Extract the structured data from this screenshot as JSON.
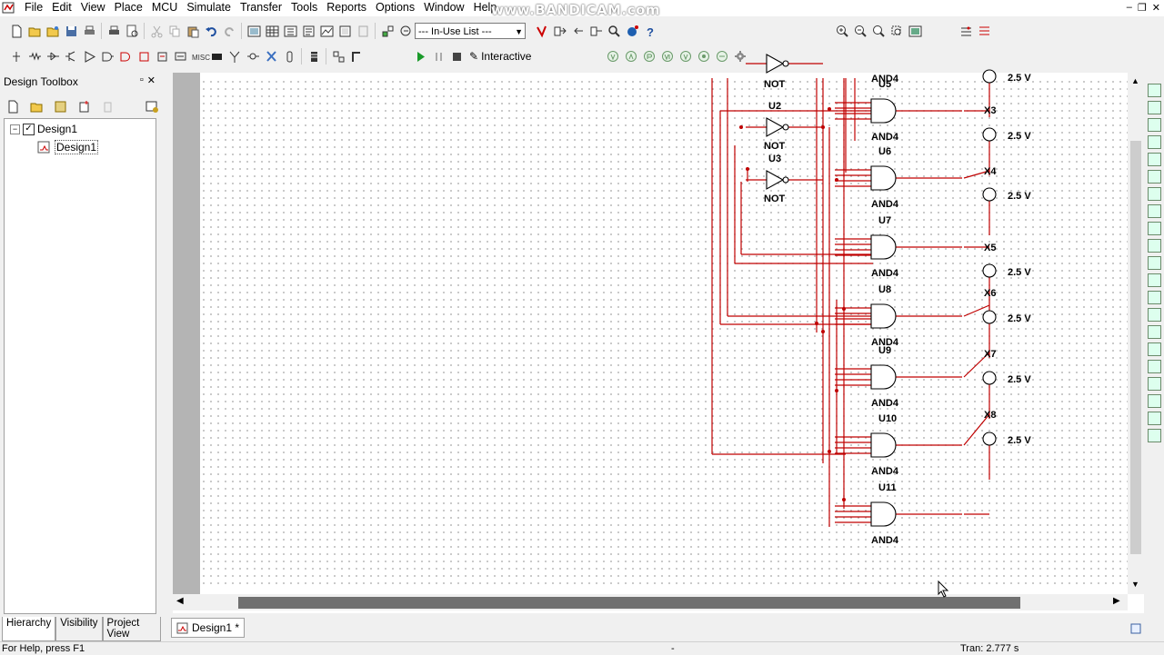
{
  "menubar": {
    "items": [
      "File",
      "Edit",
      "View",
      "Place",
      "MCU",
      "Simulate",
      "Transfer",
      "Tools",
      "Reports",
      "Options",
      "Window",
      "Help"
    ],
    "watermark": "www.BANDICAM.com"
  },
  "toolbar": {
    "in_use_list": "--- In-Use List ---",
    "interactive_label": "Interactive"
  },
  "toolbox": {
    "title": "Design Toolbox",
    "tree_root": "Design1",
    "tree_child": "Design1",
    "tabs": [
      "Hierarchy",
      "Visibility",
      "Project View"
    ],
    "active_tab": 0
  },
  "document_tab": "Design1 *",
  "status": {
    "help": "For Help, press F1",
    "middle": "-",
    "tran": "Tran: 2.777 s"
  },
  "schematic": {
    "not_gates": [
      {
        "ref": "",
        "type": "NOT"
      },
      {
        "ref": "U2",
        "type": "NOT"
      },
      {
        "ref": "U3",
        "type": "NOT"
      }
    ],
    "and_gates": [
      {
        "ref": "U5",
        "type": "AND4"
      },
      {
        "ref": "U6",
        "type": "AND4"
      },
      {
        "ref": "U7",
        "type": "AND4"
      },
      {
        "ref": "U8",
        "type": "AND4"
      },
      {
        "ref": "U9",
        "type": "AND4"
      },
      {
        "ref": "U10",
        "type": "AND4"
      },
      {
        "ref": "U11",
        "type": "AND4"
      }
    ],
    "top_gate_type": "AND4",
    "probes": [
      "X3",
      "X4",
      "X5",
      "X6",
      "X7",
      "X8"
    ],
    "voltages": [
      "2.5 V",
      "2.5 V",
      "2.5 V",
      "2.5 V",
      "2.5 V",
      "2.5 V",
      "2.5 V"
    ],
    "wire_color": "#c00000"
  }
}
